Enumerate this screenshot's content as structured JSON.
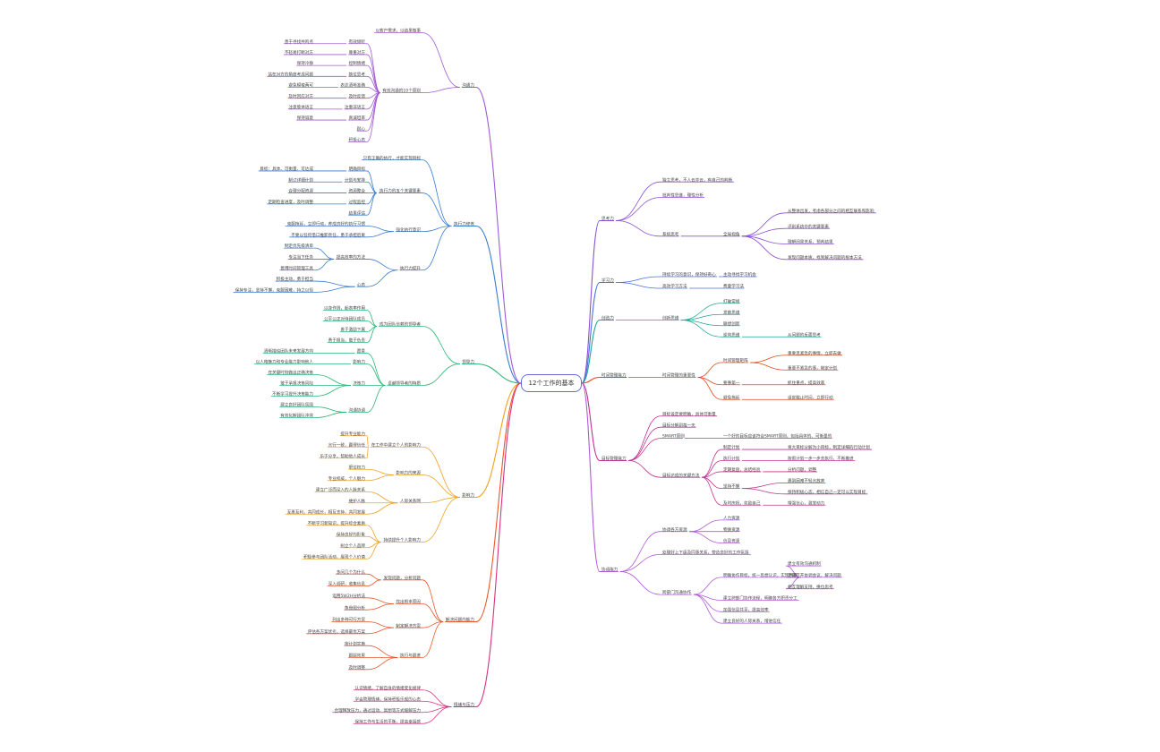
{
  "root": "12个工作的基本",
  "branches": [
    {
      "key": "b1",
      "color": "#a05ad6",
      "label": "沟通力",
      "children": [
        {
          "label": "以客户需求，以结果做事",
          "children": []
        },
        {
          "label": "有效沟通的10个原则",
          "children": [
            {
              "label": "有效倾听",
              "children": [
                {
                  "label": "善于寻找共鸣点",
                  "children": []
                }
              ]
            },
            {
              "label": "尊重对方",
              "children": [
                {
                  "label": "不轻易打断对方",
                  "children": []
                }
              ]
            },
            {
              "label": "控制情绪",
              "children": [
                {
                  "label": "保持冷静",
                  "children": []
                }
              ]
            },
            {
              "label": "换位思考",
              "children": [
                {
                  "label": "站在对方的角度考虑问题",
                  "children": []
                }
              ]
            },
            {
              "label": "表达清晰准确",
              "children": [
                {
                  "label": "避免模棱两可",
                  "children": []
                }
              ]
            },
            {
              "label": "及时反馈",
              "children": [
                {
                  "label": "及时回应对方",
                  "children": []
                }
              ]
            },
            {
              "label": "注重非语言",
              "children": [
                {
                  "label": "注意肢体语言",
                  "children": []
                }
              ]
            },
            {
              "label": "真诚坦率",
              "children": [
                {
                  "label": "保持诚意",
                  "children": []
                }
              ]
            },
            {
              "label": "耐心",
              "children": []
            },
            {
              "label": "积极心态",
              "children": []
            }
          ]
        }
      ]
    },
    {
      "key": "b2",
      "color": "#3a7bd5",
      "label": "执行力修炼",
      "children": [
        {
          "label": "只有正确的执行，才能实现目标",
          "children": []
        },
        {
          "label": "执行力的五个关键要素",
          "children": [
            {
              "label": "明确目标",
              "children": [
                {
                  "label": "目标：具体、可衡量、可达成",
                  "children": []
                }
              ]
            },
            {
              "label": "计划与安排",
              "children": [
                {
                  "label": "制订详细计划",
                  "children": []
                }
              ]
            },
            {
              "label": "资源整合",
              "children": [
                {
                  "label": "合理分配资源",
                  "children": []
                }
              ]
            },
            {
              "label": "过程监控",
              "children": [
                {
                  "label": "定期检查进度，及时调整",
                  "children": []
                }
              ]
            },
            {
              "label": "结果评估",
              "children": []
            }
          ]
        },
        {
          "label": "强化执行意识",
          "children": [
            {
              "label": "克服拖延，立即行动，养成良好的执行习惯",
              "children": []
            },
            {
              "label": "不要以任何借口推卸责任，勇于承担后果",
              "children": []
            }
          ]
        },
        {
          "label": "执行力提升",
          "children": [
            {
              "label": "提高效率的方法",
              "children": [
                {
                  "label": "制定优先级清单",
                  "children": []
                },
                {
                  "label": "专注当下任务",
                  "children": []
                },
                {
                  "label": "善用时间管理工具",
                  "children": []
                }
              ]
            },
            {
              "label": "心态",
              "children": [
                {
                  "label": "积极主动，勇于担当",
                  "children": []
                },
                {
                  "label": "保持专注，坚持不懈，克服困难，持之以恒",
                  "children": []
                }
              ]
            }
          ]
        }
      ]
    },
    {
      "key": "b3",
      "color": "#2bb673",
      "label": "领导力",
      "children": [
        {
          "label": "成为团队信赖的领导者",
          "children": [
            {
              "label": "以身作则，起表率作用",
              "children": []
            },
            {
              "label": "公平公正对待团队成员",
              "children": []
            },
            {
              "label": "善于激励下属",
              "children": []
            },
            {
              "label": "勇于担当，敢于负责",
              "children": []
            }
          ]
        },
        {
          "label": "卓越领导者的特质",
          "children": [
            {
              "label": "愿景",
              "children": [
                {
                  "label": "清晰描绘团队未来发展方向",
                  "children": []
                }
              ]
            },
            {
              "label": "影响力",
              "children": [
                {
                  "label": "以人格魅力和专业能力影响他人",
                  "children": []
                }
              ]
            },
            {
              "label": "决策力",
              "children": [
                {
                  "label": "在关键时刻做出正确决策",
                  "children": []
                },
                {
                  "label": "敢于承担决策风险",
                  "children": []
                },
                {
                  "label": "不断学习提升决策能力",
                  "children": []
                }
              ]
            },
            {
              "label": "沟通协调",
              "children": [
                {
                  "label": "建立良好团队氛围",
                  "children": []
                },
                {
                  "label": "有效化解团队冲突",
                  "children": []
                }
              ]
            }
          ]
        }
      ]
    },
    {
      "key": "b4",
      "color": "#f0a020",
      "label": "影响力",
      "children": [
        {
          "label": "在工作中建立个人的影响力",
          "children": [
            {
              "label": "提升专业能力",
              "children": []
            },
            {
              "label": "言行一致，赢得信任",
              "children": []
            },
            {
              "label": "乐于分享，帮助他人成长",
              "children": []
            }
          ]
        },
        {
          "label": "影响力的来源",
          "children": [
            {
              "label": "职位权力",
              "children": []
            },
            {
              "label": "专业权威，个人魅力",
              "children": []
            }
          ]
        },
        {
          "label": "人际关系网",
          "children": [
            {
              "label": "建立广泛而深入的人脉关系",
              "children": []
            },
            {
              "label": "维护人脉",
              "children": []
            },
            {
              "label": "互惠互利，共同成长，相互支持，共同发展",
              "children": []
            }
          ]
        },
        {
          "label": "持续提升个人影响力",
          "children": [
            {
              "label": "不断学习新知识，提升综合素质",
              "children": []
            },
            {
              "label": "保持良好的形象",
              "children": []
            },
            {
              "label": "树立个人品牌",
              "children": []
            },
            {
              "label": "积极参与团队活动，展现个人价值",
              "children": []
            }
          ]
        }
      ]
    },
    {
      "key": "b5",
      "color": "#e8572a",
      "label": "解决问题的能力",
      "children": [
        {
          "label": "发现问题，分析问题",
          "children": [
            {
              "label": "多问几个为什么",
              "children": []
            },
            {
              "label": "深入调研，收集信息",
              "children": []
            }
          ]
        },
        {
          "label": "找出根本原因",
          "children": [
            {
              "label": "运用5W2H分析法",
              "children": []
            },
            {
              "label": "鱼骨图分析",
              "children": []
            }
          ]
        },
        {
          "label": "制定解决方案",
          "children": [
            {
              "label": "列出多种可行方案",
              "children": []
            },
            {
              "label": "评估各方案优劣，选择最优方案",
              "children": []
            }
          ]
        },
        {
          "label": "执行与跟进",
          "children": [
            {
              "label": "按计划实施",
              "children": []
            },
            {
              "label": "跟踪效果",
              "children": []
            },
            {
              "label": "及时调整",
              "children": []
            }
          ]
        }
      ]
    },
    {
      "key": "b6",
      "color": "#d6337f",
      "label": "情绪与压力",
      "children": [
        {
          "label": "认识情绪，了解自身的情绪变化规律",
          "children": []
        },
        {
          "label": "学会管理情绪，保持积极乐观的心态",
          "children": []
        },
        {
          "label": "合理释放压力，通过运动、冥想等方式缓解压力",
          "children": []
        },
        {
          "label": "保持工作与生活的平衡，提高幸福感",
          "children": []
        }
      ]
    },
    {
      "key": "b7",
      "color": "#8a4fd8",
      "label": "思考力",
      "children": [
        {
          "label": "独立思考，不人云亦云，有自己的判断",
          "children": []
        },
        {
          "label": "批判性思维，理性分析",
          "children": []
        },
        {
          "label": "系统思考",
          "children": [
            {
              "label": "全局视角",
              "children": [
                {
                  "label": "从整体出发，考虑各部分之间的相互联系和影响",
                  "children": []
                },
                {
                  "label": "识别系统中的关键要素",
                  "children": []
                },
                {
                  "label": "理解因果关系，预判结果",
                  "children": []
                },
                {
                  "label": "发现问题本质，找到解决问题的根本方法",
                  "children": []
                }
              ]
            }
          ]
        }
      ]
    },
    {
      "key": "b8",
      "color": "#4a6fe0",
      "label": "学习力",
      "children": [
        {
          "label": "持续学习的意识，保持好奇心",
          "children": [
            {
              "label": "主动寻找学习机会",
              "children": []
            }
          ]
        },
        {
          "label": "高效学习方法",
          "children": [
            {
              "label": "费曼学习法",
              "children": []
            }
          ]
        }
      ]
    },
    {
      "key": "b9",
      "color": "#18a892",
      "label": "创造力",
      "children": [
        {
          "label": "创新思维",
          "children": [
            {
              "label": "打破常规",
              "children": []
            },
            {
              "label": "发散思维",
              "children": []
            },
            {
              "label": "联想创新",
              "children": []
            },
            {
              "label": "逆向思维",
              "children": [
                {
                  "label": "从问题的反面思考",
                  "children": []
                }
              ]
            }
          ]
        }
      ]
    },
    {
      "key": "b10",
      "color": "#e04a1e",
      "label": "时间管理能力",
      "children": [
        {
          "label": "时间管理的重要性",
          "children": [
            {
              "label": "时间管理矩阵",
              "children": [
                {
                  "label": "重要且紧急的事情，立即去做",
                  "children": []
                },
                {
                  "label": "重要不紧急的事，制定计划",
                  "children": []
                }
              ]
            },
            {
              "label": "要事第一",
              "children": [
                {
                  "label": "抓住重点，提高效率",
                  "children": []
                }
              ]
            },
            {
              "label": "避免拖延",
              "children": [
                {
                  "label": "设定截止时间，立即行动",
                  "children": []
                }
              ]
            }
          ]
        }
      ]
    },
    {
      "key": "b11",
      "color": "#c2338f",
      "label": "目标管理能力",
      "children": [
        {
          "label": "目标设定要明确，具体可衡量",
          "children": []
        },
        {
          "label": "目标分解到每一天",
          "children": []
        },
        {
          "label": "SMART原则",
          "children": [
            {
              "label": "一个好的目标应该符合SMART原则，包括具体的、可衡量的",
              "children": []
            }
          ]
        },
        {
          "label": "目标达成的关键方法",
          "children": [
            {
              "label": "制定计划",
              "children": [
                {
                  "label": "将大目标分解为小目标，制定详细的行动计划",
                  "children": []
                }
              ]
            },
            {
              "label": "执行计划",
              "children": [
                {
                  "label": "按照计划一步一步去执行，不断推进",
                  "children": []
                }
              ]
            },
            {
              "label": "定期复盘，总结经验",
              "children": [
                {
                  "label": "分析问题，调整",
                  "children": []
                }
              ]
            },
            {
              "label": "坚持不懈",
              "children": [
                {
                  "label": "遇到困难不轻言放弃",
                  "children": []
                },
                {
                  "label": "保持积极心态，相信自己一定可以实现目标",
                  "children": []
                }
              ]
            },
            {
              "label": "及时庆祝，奖励自己",
              "children": [
                {
                  "label": "增强信心，激发动力",
                  "children": []
                }
              ]
            }
          ]
        }
      ]
    },
    {
      "key": "b12",
      "color": "#b05ad8",
      "label": "协调能力",
      "children": [
        {
          "label": "协调各方资源",
          "children": [
            {
              "label": "人力资源",
              "children": []
            },
            {
              "label": "物质资源",
              "children": []
            },
            {
              "label": "信息资源",
              "children": []
            }
          ]
        },
        {
          "label": "处理好上下级及同事关系，营造良好的工作氛围",
          "children": []
        },
        {
          "label": "跨部门沟通协作",
          "children": [
            {
              "label": "明确协作目标，统一思想认识，实现共赢",
              "children": [
                {
                  "label": "建立有效沟通机制",
                  "children": []
                },
                {
                  "label": "定期召开协调会议，解决问题",
                  "children": []
                },
                {
                  "label": "相互理解支持，换位思考",
                  "children": []
                }
              ]
            },
            {
              "label": "建立跨部门协作流程，明确各方职责分工",
              "children": []
            },
            {
              "label": "加强信息共享，提高效率",
              "children": []
            },
            {
              "label": "建立良好的人际关系，增进信任",
              "children": []
            }
          ]
        }
      ]
    }
  ]
}
